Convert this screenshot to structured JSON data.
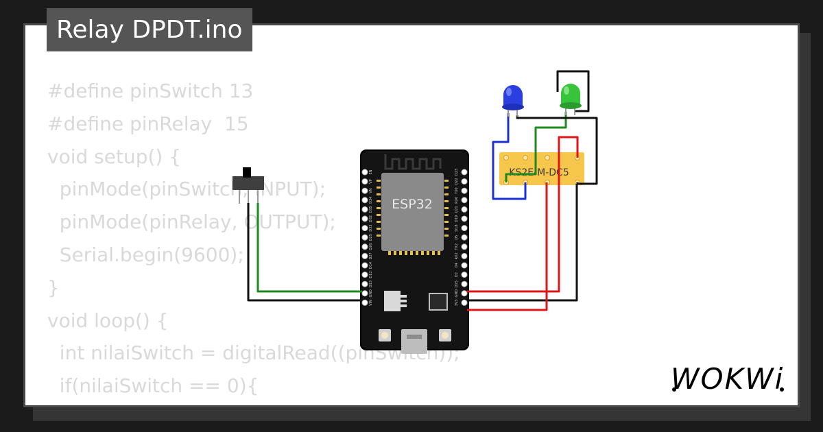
{
  "title": "Relay DPDT.ino",
  "code_lines": [
    "#define pinSwitch 13",
    "#define pinRelay  15",
    "void setup() {",
    "  pinMode(pinSwitch, INPUT);",
    "  pinMode(pinRelay, OUTPUT);",
    "  Serial.begin(9600);",
    "}",
    "",
    "void loop() {",
    "  int nilaiSwitch = digitalRead((pinSwitch));",
    "  if(nilaiSwitch == 0){"
  ],
  "board": {
    "label": "ESP32",
    "left_pins": [
      "EN",
      "VP",
      "VN",
      "D34",
      "D35",
      "D32",
      "D33",
      "D25",
      "D26",
      "D27",
      "D14",
      "D12",
      "D13",
      "GND",
      "VIN"
    ],
    "right_pins": [
      "D23",
      "D22",
      "TX0",
      "RX0",
      "D21",
      "D19",
      "D18",
      "D5",
      "TX2",
      "RX2",
      "D4",
      "D2",
      "D15",
      "GND",
      "3V3"
    ]
  },
  "relay": {
    "label": "KS2E-M-DC5"
  },
  "leds": [
    {
      "name": "blue-led",
      "color": "#2b3fe0"
    },
    {
      "name": "green-led",
      "color": "#37c43a"
    }
  ],
  "brand": "WOKWi",
  "colors": {
    "wire_black": "#111111",
    "wire_green": "#1d8a1d",
    "wire_blue": "#1a2fd6",
    "wire_red": "#e01515",
    "relay_body": "#f7c74b"
  }
}
